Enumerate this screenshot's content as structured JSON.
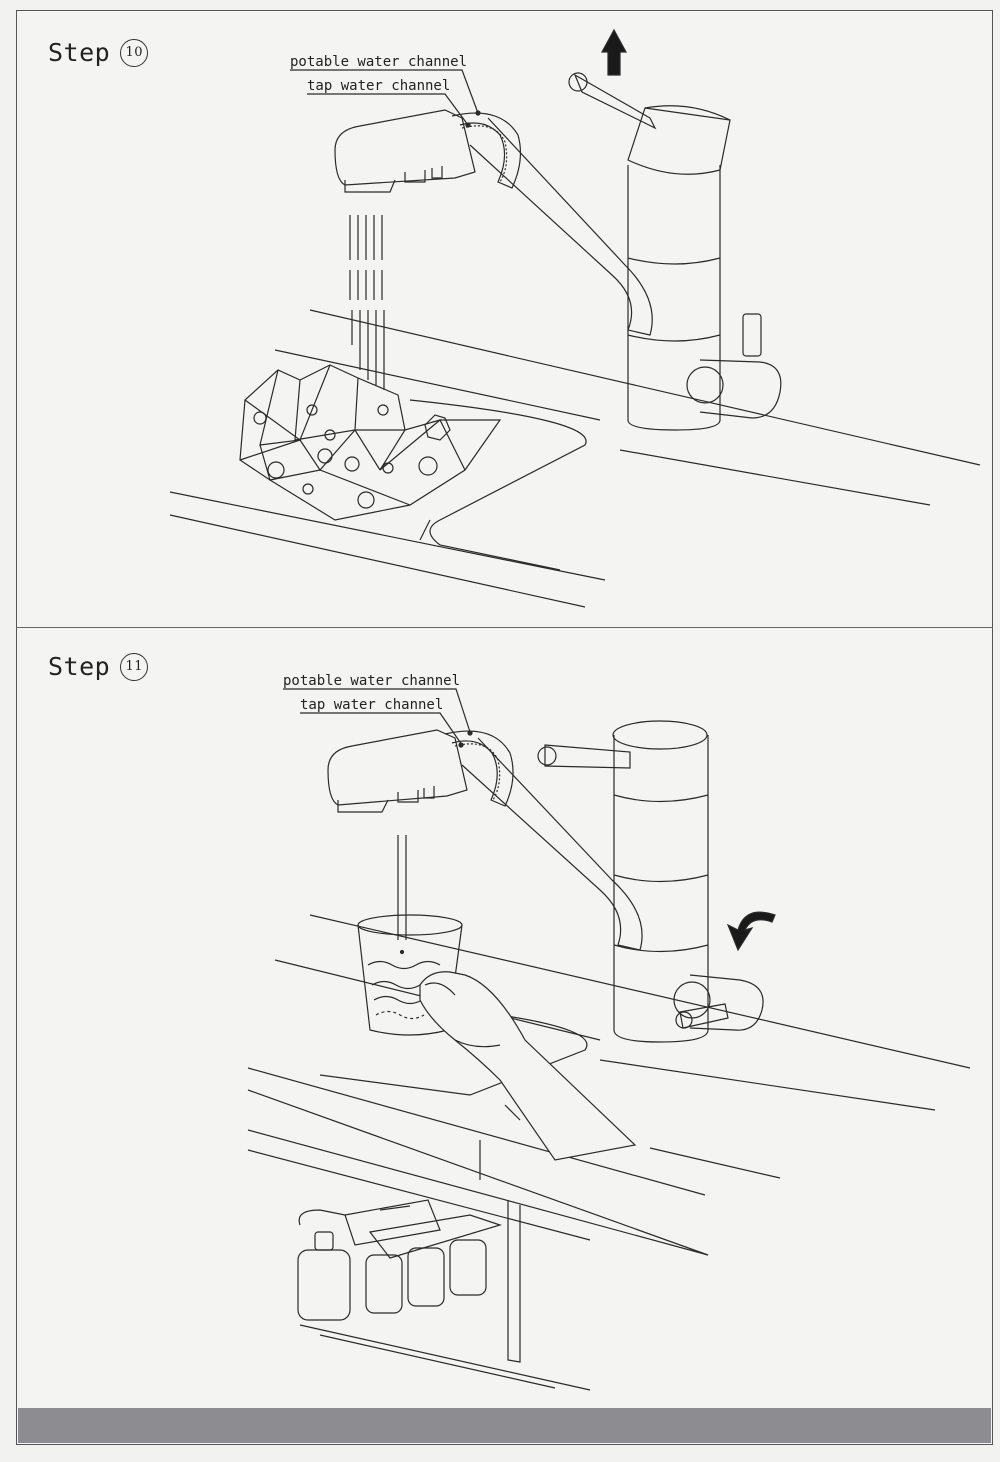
{
  "steps": [
    {
      "title": "Step",
      "number": "10",
      "labels": {
        "potable": "potable water channel",
        "tap": "tap water channel"
      }
    },
    {
      "title": "Step",
      "number": "11",
      "labels": {
        "potable": "potable water channel",
        "tap": "tap water channel"
      }
    }
  ],
  "colors": {
    "line": "#2a2a2a",
    "footer": "#8d8d91",
    "paper": "#f4f4f2"
  }
}
